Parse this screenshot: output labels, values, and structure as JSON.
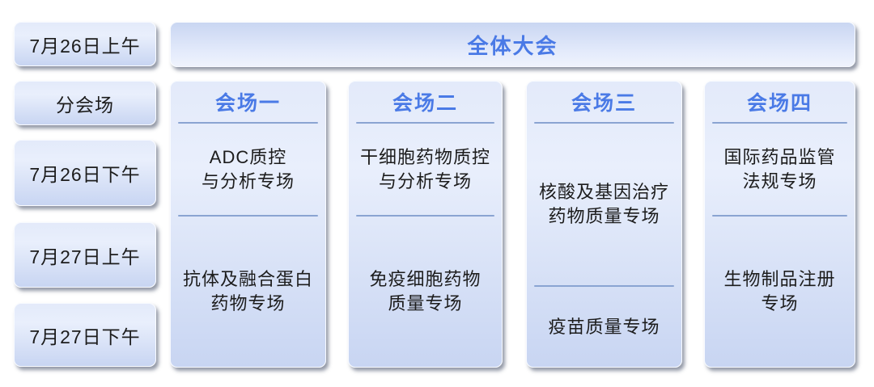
{
  "diagram": {
    "plenary": {
      "label": "全体大会"
    },
    "time_rail": {
      "items": [
        {
          "label": "7月26日上午"
        },
        {
          "label": "分会场"
        },
        {
          "label": "7月26日下午"
        },
        {
          "label": "7月27日上午"
        },
        {
          "label": "7月27日下午"
        }
      ]
    },
    "venues": [
      {
        "title": "会场一",
        "sessions": [
          {
            "lines": [
              "ADC质控",
              "与分析专场"
            ]
          },
          {
            "lines": [
              "抗体及融合蛋白",
              "药物专场"
            ]
          }
        ]
      },
      {
        "title": "会场二",
        "sessions": [
          {
            "lines": [
              "干细胞药物质控",
              "与分析专场"
            ]
          },
          {
            "lines": [
              "免疫细胞药物",
              "质量专场"
            ]
          }
        ]
      },
      {
        "title": "会场三",
        "sessions": [
          {
            "lines": [
              "核酸及基因治疗",
              "药物质量专场"
            ]
          },
          {
            "lines": [
              "疫苗质量专场"
            ]
          }
        ]
      },
      {
        "title": "会场四",
        "sessions": [
          {
            "lines": [
              "国际药品监管",
              "法规专场"
            ]
          },
          {
            "lines": [
              "生物制品注册",
              "专场"
            ]
          }
        ]
      }
    ]
  },
  "colors": {
    "accent_blue": "#4a7ae6",
    "divider_blue": "#8aa4d2",
    "body_text": "#1c1c1c",
    "box_fill_top": "#e3eafa",
    "box_fill_bottom": "#c8d5f2"
  }
}
